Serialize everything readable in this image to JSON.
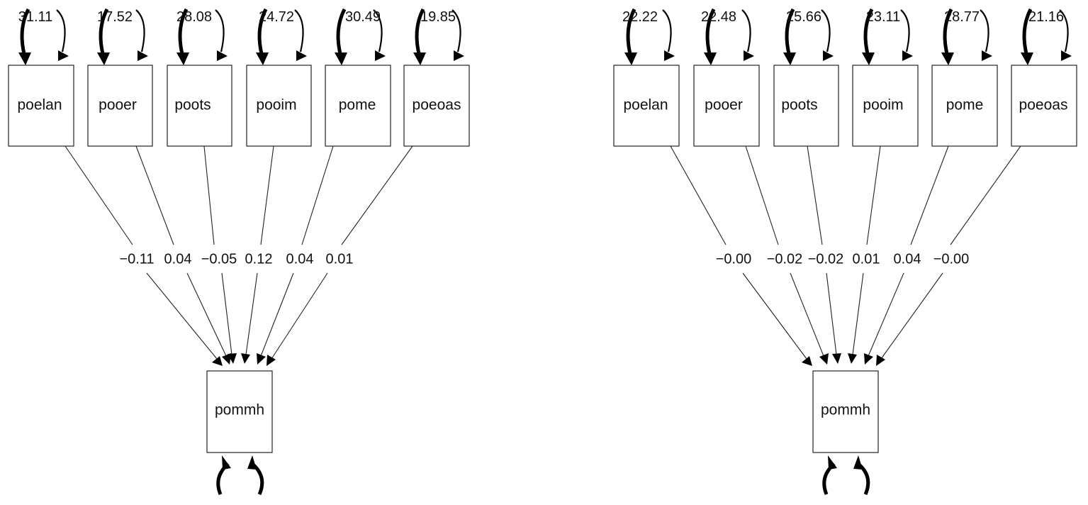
{
  "diagrams": [
    {
      "outcome": "pommh",
      "predictors": [
        {
          "label": "poelan",
          "variance": "31.11",
          "coefficient": "−0.11"
        },
        {
          "label": "pooer",
          "variance": "17.52",
          "coefficient": "0.04"
        },
        {
          "label": "poots",
          "variance": "28.08",
          "coefficient": "−0.05"
        },
        {
          "label": "pooim",
          "variance": "24.72",
          "coefficient": "0.12"
        },
        {
          "label": "pome",
          "variance": "30.49",
          "coefficient": "0.04"
        },
        {
          "label": "poeoas",
          "variance": "19.85",
          "coefficient": "0.01"
        }
      ]
    },
    {
      "outcome": "pommh",
      "predictors": [
        {
          "label": "poelan",
          "variance": "22.22",
          "coefficient": "−0.00"
        },
        {
          "label": "pooer",
          "variance": "22.48",
          "coefficient": "−0.02"
        },
        {
          "label": "poots",
          "variance": "25.66",
          "coefficient": "−0.02"
        },
        {
          "label": "pooim",
          "variance": "23.11",
          "coefficient": "0.01"
        },
        {
          "label": "pome",
          "variance": "28.77",
          "coefficient": "0.04"
        },
        {
          "label": "poeoas",
          "variance": "21.16",
          "coefficient": "−0.00"
        }
      ]
    }
  ]
}
